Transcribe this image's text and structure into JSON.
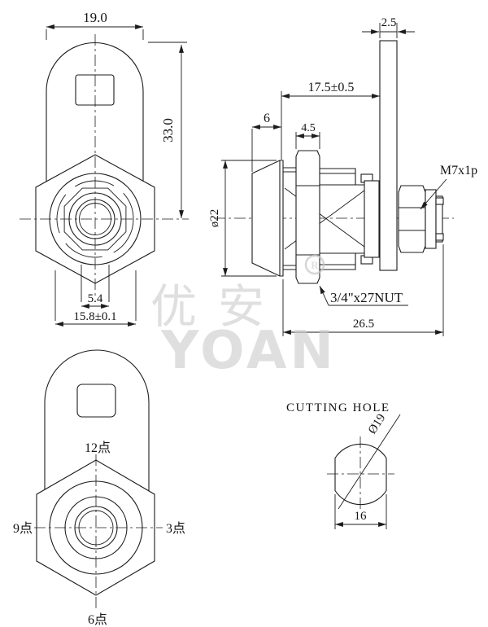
{
  "watermark": {
    "cn_text": "优安",
    "en_text": "YOAN",
    "registered_mark": "R"
  },
  "back_view": {
    "dim_body_width": "19.0",
    "dim_body_height": "33.0",
    "dim_plug_width": "5.4",
    "dim_across_flats": "15.8±0.1"
  },
  "side_view": {
    "dim_cam_thickness": "2.5",
    "dim_grip_length": "17.5±0.5",
    "dim_head_depth": "6",
    "dim_nut_thickness": "4.5",
    "dim_head_diameter": "ø22",
    "thread_spec": "M7x1p",
    "nut_spec": "3/4\"x27NUT",
    "dim_overall_length": "26.5"
  },
  "front_view": {
    "pos_top": "12点",
    "pos_right": "3点",
    "pos_bottom": "6点",
    "pos_left": "9点"
  },
  "cutting_hole": {
    "title": "CUTTING HOLE",
    "dim_diameter": "Ø19",
    "dim_across_flats": "16"
  }
}
